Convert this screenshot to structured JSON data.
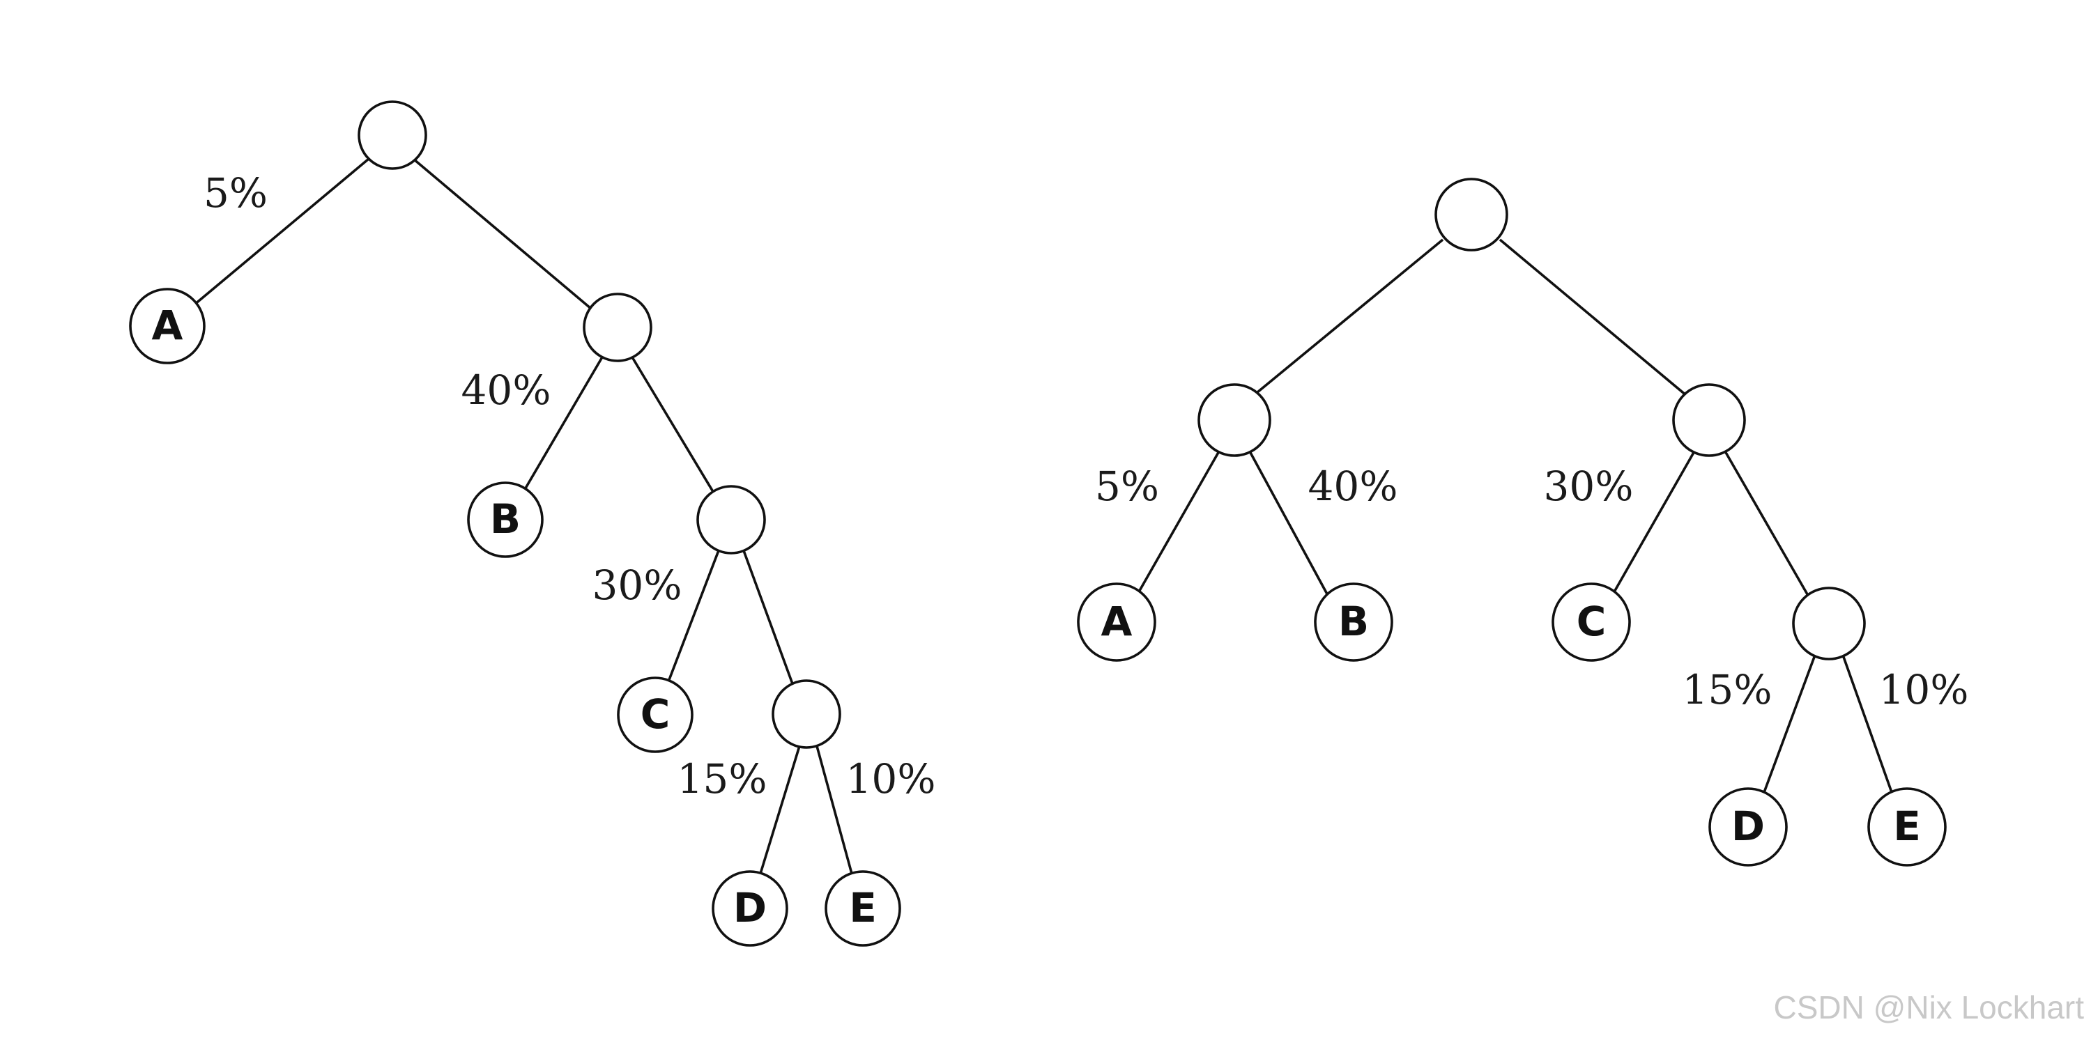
{
  "left_tree": {
    "leaves": {
      "A": "A",
      "B": "B",
      "C": "C",
      "D": "D",
      "E": "E"
    },
    "percentages": {
      "A": "5%",
      "B": "40%",
      "C": "30%",
      "D": "15%",
      "E": "10%"
    }
  },
  "right_tree": {
    "leaves": {
      "A": "A",
      "B": "B",
      "C": "C",
      "D": "D",
      "E": "E"
    },
    "percentages": {
      "A": "5%",
      "B": "40%",
      "C": "30%",
      "D": "15%",
      "E": "10%"
    }
  },
  "watermark": "CSDN @Nix Lockhart"
}
